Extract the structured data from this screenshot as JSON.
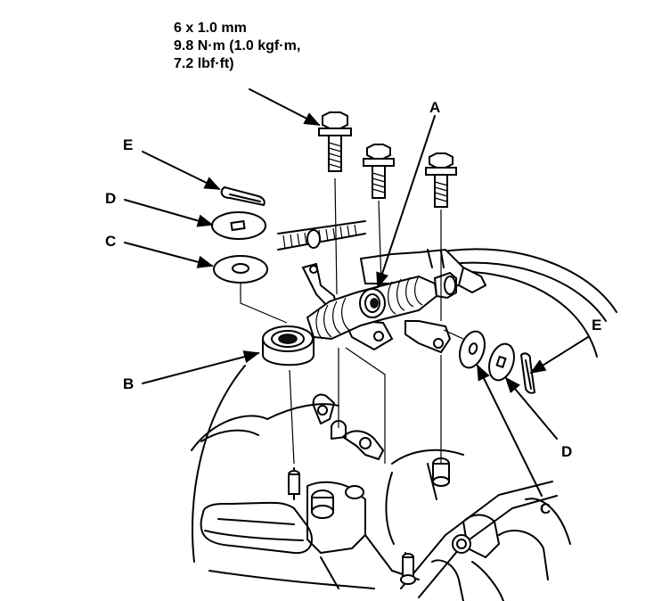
{
  "spec": {
    "line1": "6 x 1.0 mm",
    "line2": "9.8 N·m (1.0 kgf·m,",
    "line3": "7.2 lbf·ft)"
  },
  "labels": {
    "A": "A",
    "B": "B",
    "C_left": "C",
    "C_right": "C",
    "D_left": "D",
    "D_right": "D",
    "E_left": "E",
    "E_right": "E"
  }
}
